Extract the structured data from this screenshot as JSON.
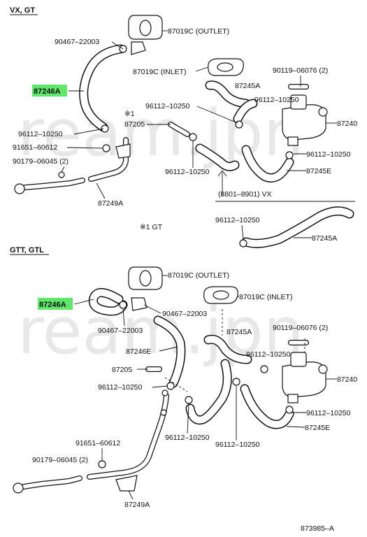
{
  "sections": {
    "top_title": "VX, GT",
    "bottom_title": "GTT, GTL",
    "sub_note": "(8801–8901) VX",
    "gt_note": "※1 GT",
    "mark": "※1"
  },
  "labels": {
    "top": {
      "p1": "90467–22003",
      "p2": "87019C (OUTLET)",
      "p3": "87019C (INLET)",
      "p4": "87246A",
      "p5": "87245A",
      "p6": "90119–06076 (2)",
      "p7": "96112–10250",
      "p8": "96112–10250",
      "p9": "87205",
      "p10": "87240",
      "p11": "96112–10250",
      "p12": "91651–60612",
      "p13": "96112–10250",
      "p14": "90179–06045 (2)",
      "p15": "96112–10250",
      "p16": "87245E",
      "p17": "87249A",
      "p18": "96112–10250",
      "p19": "87245A"
    },
    "bottom": {
      "q1": "87019C (OUTLET)",
      "q2": "87246A",
      "q3": "90467–22003",
      "q4": "87019C (INLET)",
      "q5": "90467–22003",
      "q6": "87245A",
      "q7": "90119–06076 (2)",
      "q8": "87246E",
      "q9": "96112–10250",
      "q10": "87205",
      "q11": "87240",
      "q12": "96112–10250",
      "q13": "96112–10250",
      "q14": "87245E",
      "q15": "96112–10250",
      "q16": "96112–10250",
      "q17": "91651–60612",
      "q18": "90179–06045 (2)",
      "q19": "87249A"
    }
  },
  "diagram_code": "873985–A",
  "watermark": "ream.jpn",
  "highlight_color": "#5ee86a"
}
